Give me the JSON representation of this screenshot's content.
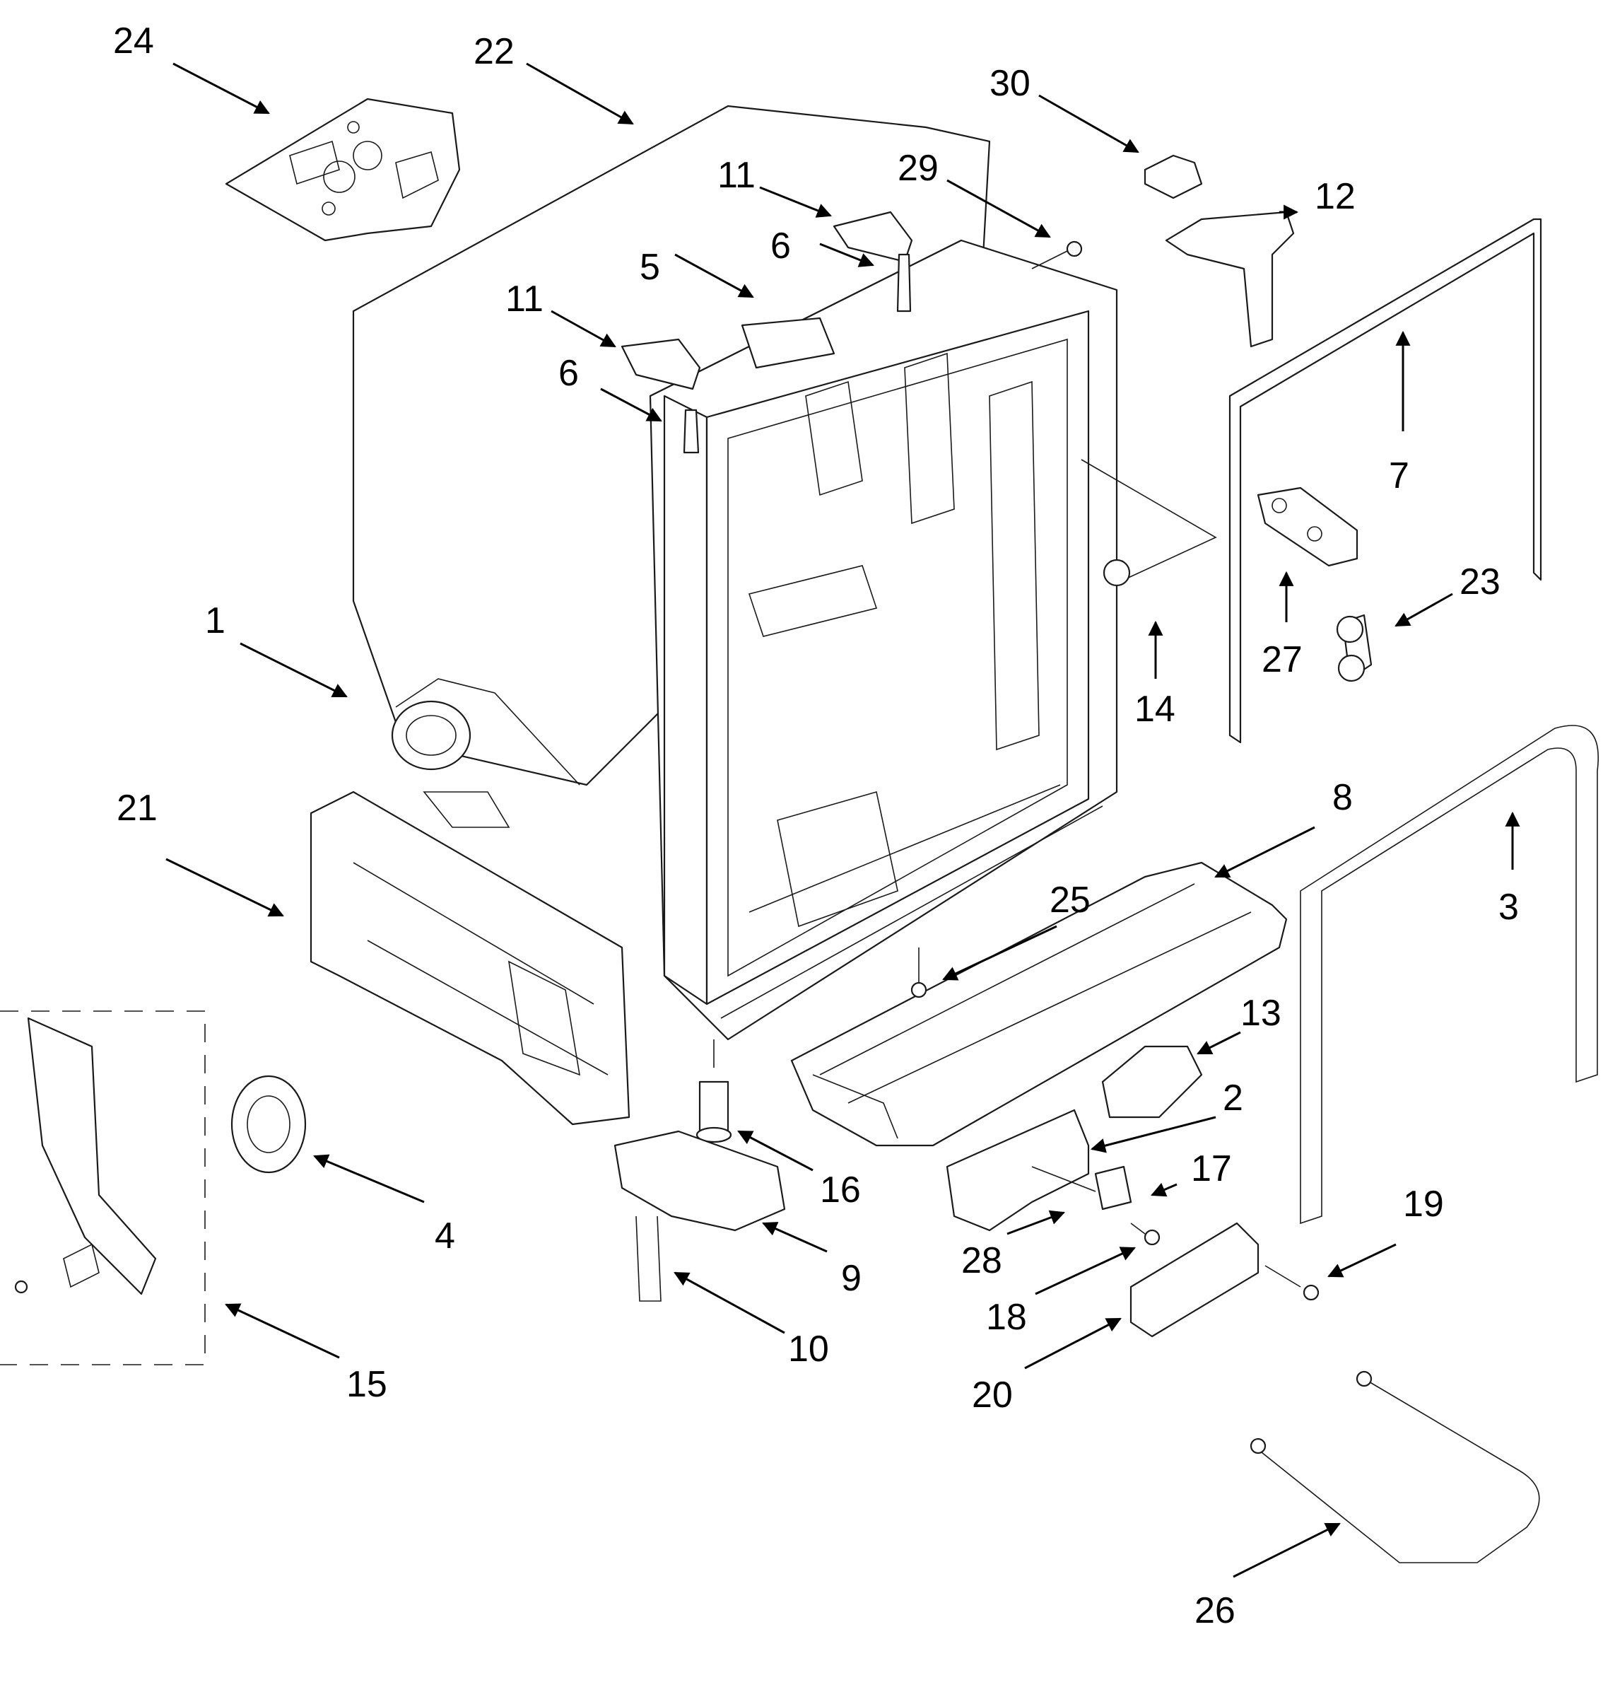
{
  "callouts": [
    {
      "id": "c24",
      "text": "24"
    },
    {
      "id": "c22",
      "text": "22"
    },
    {
      "id": "c30",
      "text": "30"
    },
    {
      "id": "c29",
      "text": "29"
    },
    {
      "id": "c12",
      "text": "12"
    },
    {
      "id": "c11a",
      "text": "11"
    },
    {
      "id": "c6a",
      "text": "6"
    },
    {
      "id": "c5",
      "text": "5"
    },
    {
      "id": "c11b",
      "text": "11"
    },
    {
      "id": "c6b",
      "text": "6"
    },
    {
      "id": "c7",
      "text": "7"
    },
    {
      "id": "c23",
      "text": "23"
    },
    {
      "id": "c27",
      "text": "27"
    },
    {
      "id": "c14",
      "text": "14"
    },
    {
      "id": "c1",
      "text": "1"
    },
    {
      "id": "c21",
      "text": "21"
    },
    {
      "id": "c8",
      "text": "8"
    },
    {
      "id": "c3",
      "text": "3"
    },
    {
      "id": "c25",
      "text": "25"
    },
    {
      "id": "c13",
      "text": "13"
    },
    {
      "id": "c2",
      "text": "2"
    },
    {
      "id": "c17",
      "text": "17"
    },
    {
      "id": "c19",
      "text": "19"
    },
    {
      "id": "c4",
      "text": "4"
    },
    {
      "id": "c16",
      "text": "16"
    },
    {
      "id": "c28",
      "text": "28"
    },
    {
      "id": "c9",
      "text": "9"
    },
    {
      "id": "c18",
      "text": "18"
    },
    {
      "id": "c10",
      "text": "10"
    },
    {
      "id": "c15",
      "text": "15"
    },
    {
      "id": "c20",
      "text": "20"
    },
    {
      "id": "c26",
      "text": "26"
    }
  ]
}
